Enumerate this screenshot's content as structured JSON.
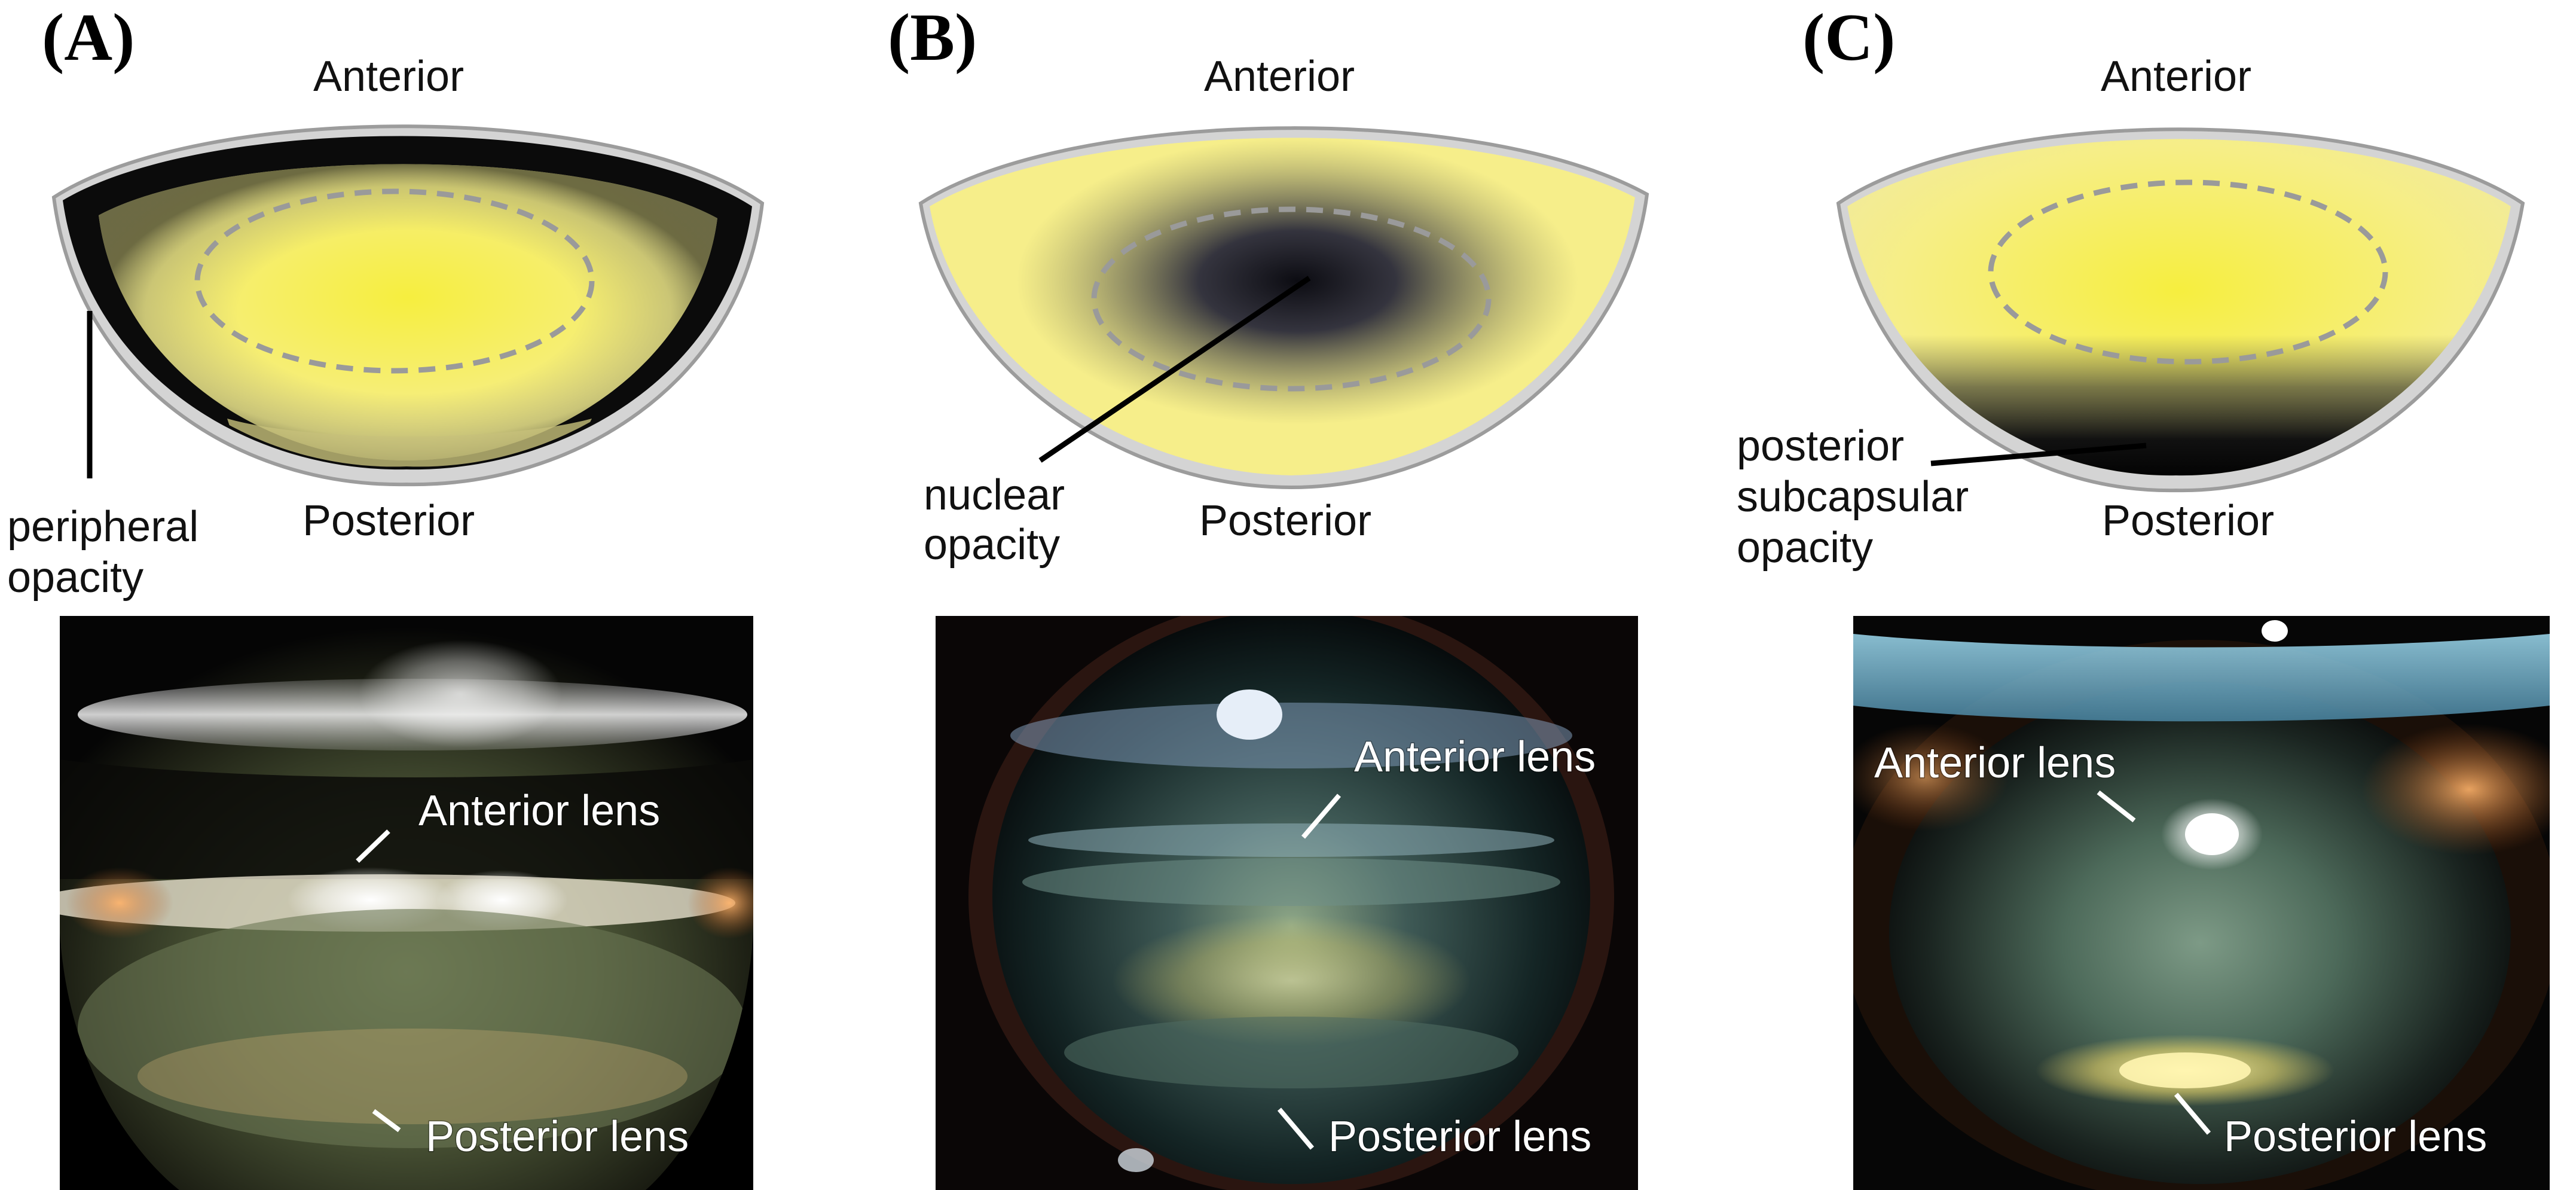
{
  "panels": [
    {
      "letter": "(A)",
      "anterior": "Anterior",
      "posterior": "Posterior",
      "opacity_label": [
        "peripheral",
        "opacity"
      ],
      "photo_anterior": "Anterior lens",
      "photo_posterior": "Posterior lens"
    },
    {
      "letter": "(B)",
      "anterior": "Anterior",
      "posterior": "Posterior",
      "opacity_label": [
        "nuclear",
        "opacity"
      ],
      "photo_anterior": "Anterior lens",
      "photo_posterior": "Posterior lens"
    },
    {
      "letter": "(C)",
      "anterior": "Anterior",
      "posterior": "Posterior",
      "opacity_label": [
        "posterior",
        "subcapsular",
        "opacity"
      ],
      "photo_anterior": "Anterior lens",
      "photo_posterior": "Posterior lens"
    }
  ],
  "colors": {
    "lens_yellow": "#f5ee8a",
    "lens_core": "#f3ea4a",
    "capsule": "#c9c9c9",
    "opacity_dark": "#111111",
    "dashed_outline": "#9a9a9a"
  }
}
